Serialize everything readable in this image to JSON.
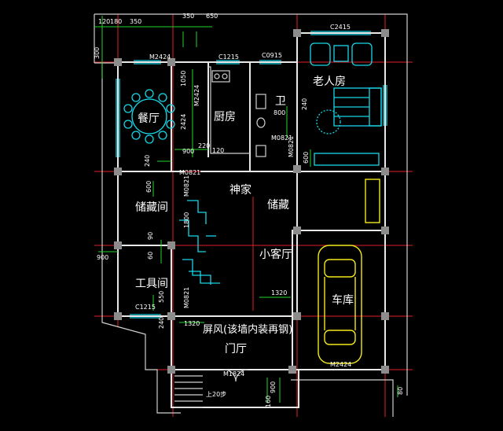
{
  "rooms": {
    "dining": "餐厅",
    "kitchen": "厨房",
    "toilet": "卫",
    "elderly_room": "老人房",
    "shrine": "神家",
    "storage_left": "储藏间",
    "storage_right": "储藏",
    "small_living": "小客厅",
    "tool_room": "工具间",
    "garage": "车库",
    "screen_wall": "屏风(该墙内装再钢)",
    "foyer": "门厅"
  },
  "window_tags": {
    "w2424_top": "M2424",
    "c1215_top": "C1215",
    "c0915": "C0915",
    "c2415": "C2415",
    "w2424_side": "M2424",
    "m0821_a": "M0821",
    "m0821_b": "M0821",
    "m0821_c": "M0821",
    "m0821_d": "M0821",
    "m0821_e": "M0821",
    "c1215_bottom": "C1215",
    "m1824": "M1824",
    "m2424_garage": "M2424"
  },
  "dimensions": {
    "d120_a": "120",
    "d180": "180",
    "d350_a": "350",
    "d350_b": "350",
    "d650": "650",
    "d300": "300",
    "d1050": "1050",
    "d2424": "2424",
    "d800_a": "800",
    "d220": "220",
    "d900": "900",
    "d120_b": "120",
    "d240_a": "240",
    "d240_b": "240",
    "d600_a": "600",
    "d600_b": "600",
    "d90": "90",
    "d60": "60",
    "d900_b": "900",
    "d1320_a": "1320",
    "d1320_b": "1320",
    "d550": "550",
    "d240_c": "240",
    "d160": "160",
    "d900_c": "900",
    "d80": "80",
    "d1800": "1800",
    "stairs": "上20步"
  },
  "colors": {
    "background": "#000000",
    "walls": "#e8e8e8",
    "axis_lines": "#e0202a",
    "dimension_lines": "#22d42a",
    "fixtures": "#17d6e8",
    "garage_car": "#f2ea1c",
    "piers": "#8c8c8c"
  }
}
